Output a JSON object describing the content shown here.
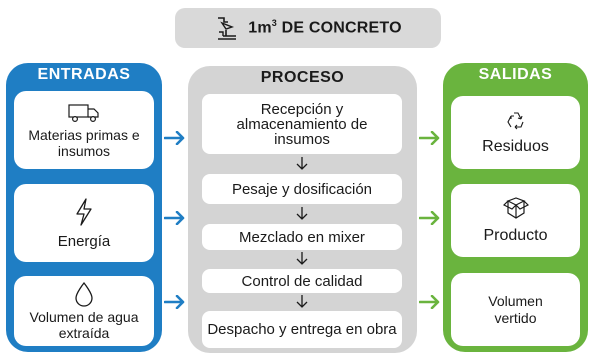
{
  "title": {
    "amount": "1m",
    "exponent": "3",
    "label": " DE CONCRETO",
    "icon": "concrete-mixer-icon"
  },
  "inputs": {
    "heading": "ENTRADAS",
    "items": [
      {
        "label": "Materias primas e insumos",
        "icon": "truck-icon"
      },
      {
        "label": "Energía",
        "icon": "lightning-icon"
      },
      {
        "label": "Volumen de agua extraída",
        "icon": "water-drop-icon"
      }
    ]
  },
  "process": {
    "heading": "PROCESO",
    "steps": [
      "Recepción y almacenamiento de insumos",
      "Pesaje y dosificación",
      "Mezclado en mixer",
      "Control de calidad",
      "Despacho y entrega en obra"
    ]
  },
  "outputs": {
    "heading": "SALIDAS",
    "items": [
      {
        "label": "Residuos",
        "icon": "recycle-icon"
      },
      {
        "label": "Producto",
        "icon": "box-icon"
      },
      {
        "label": "Volumen vertido",
        "icon": ""
      }
    ]
  },
  "colors": {
    "inputs": "#1f7ec4",
    "process": "#d4d4d4",
    "outputs": "#6ab43e",
    "title_bg": "#d9d9d9"
  }
}
